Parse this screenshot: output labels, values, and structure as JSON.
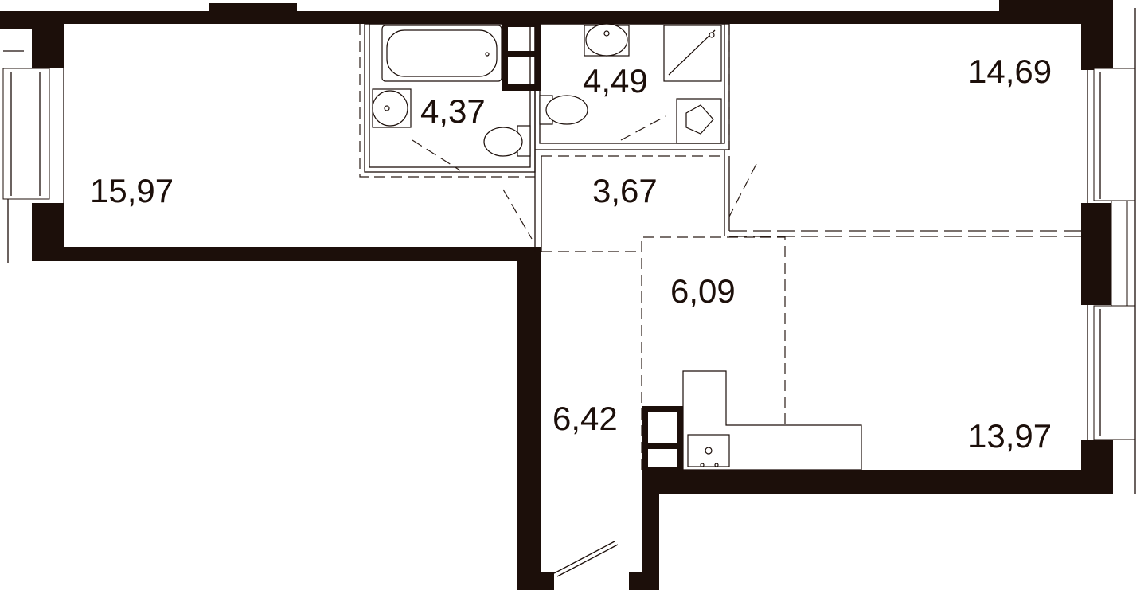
{
  "rooms": [
    {
      "id": "living-room-left",
      "area": "15,97"
    },
    {
      "id": "bathroom",
      "area": "4,37"
    },
    {
      "id": "shower-room",
      "area": "4,49"
    },
    {
      "id": "bedroom-right",
      "area": "14,69"
    },
    {
      "id": "hallway",
      "area": "3,67"
    },
    {
      "id": "kitchen-zone",
      "area": "6,09"
    },
    {
      "id": "entrance-hall",
      "area": "6,42"
    },
    {
      "id": "living-kitchen",
      "area": "13,97"
    }
  ],
  "colors": {
    "wall": "#1c0f0a",
    "background": "#ffffff"
  }
}
